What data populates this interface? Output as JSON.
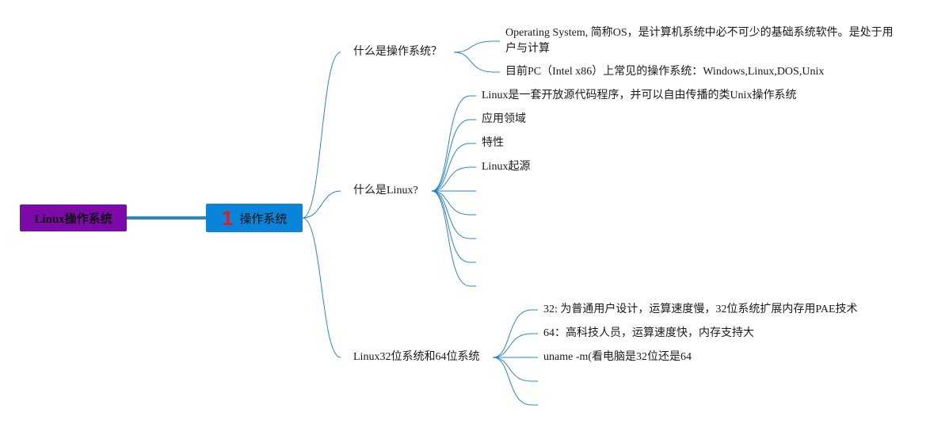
{
  "colors": {
    "root_fill": "#7b0aa8",
    "main_fill": "#0a84d8",
    "number": "#d9202f",
    "edge": "#2a86c8"
  },
  "root": {
    "label": "Linux操作系统"
  },
  "main": {
    "number": "1",
    "label": "操作系统"
  },
  "branches": [
    {
      "label": "什么是操作系统？",
      "children": [
        "Operating System, 简称OS，是计算机系统中必不可少的基础系统软件。是处于用户与计算",
        "目前PC（Intel x86）上常见的操作系统：Windows,Linux,DOS,Unix"
      ]
    },
    {
      "label": "什么是Linux?",
      "children": [
        "Linux是一套开放源代码程序，并可以自由传播的类Unix操作系统",
        "应用领域",
        "特性",
        "Linux起源",
        "",
        "",
        "",
        "",
        ""
      ]
    },
    {
      "label": "Linux32位系统和64位系统",
      "children": [
        "32: 为普通用户设计，运算速度慢，32位系统扩展内存用PAE技术",
        "64：高科技人员，运算速度快，内存支持大",
        "uname -m(看电脑是32位还是64",
        "",
        ""
      ]
    }
  ]
}
